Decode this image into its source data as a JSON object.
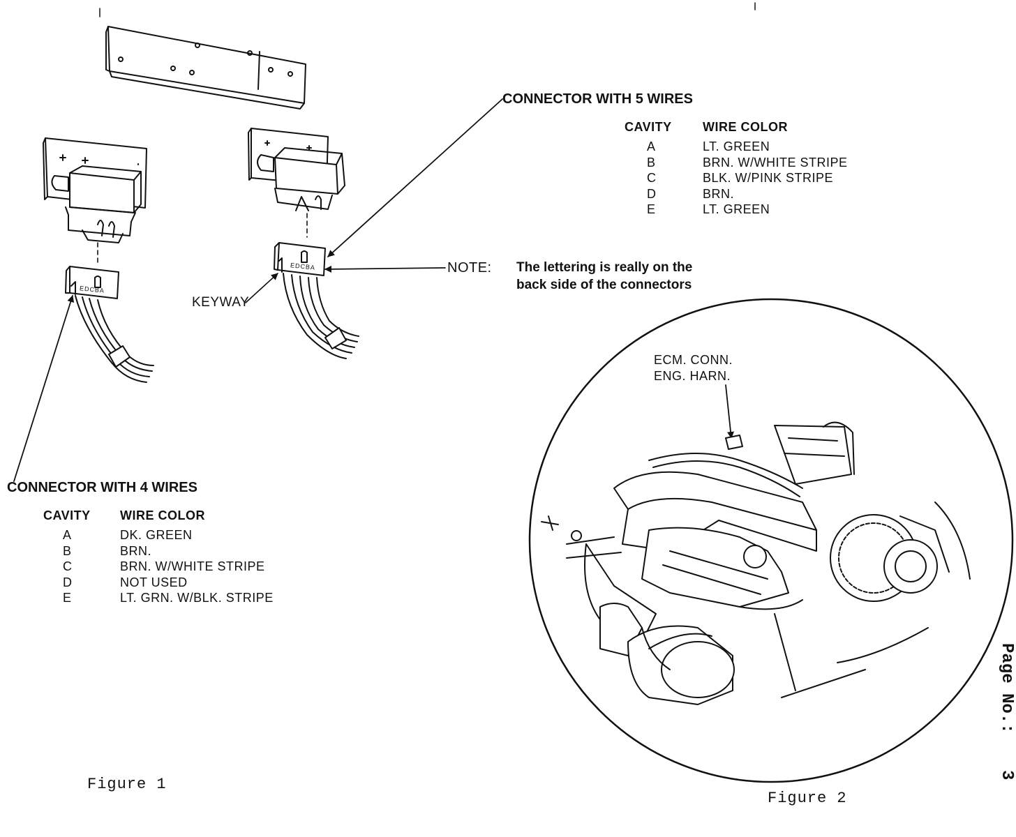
{
  "connector5": {
    "title": "CONNECTOR WITH 5 WIRES",
    "headers": {
      "cavity": "CAVITY",
      "color": "WIRE COLOR"
    },
    "rows": [
      {
        "cavity": "A",
        "color": "LT. GREEN"
      },
      {
        "cavity": "B",
        "color": "BRN. W/WHITE STRIPE"
      },
      {
        "cavity": "C",
        "color": "BLK. W/PINK STRIPE"
      },
      {
        "cavity": "D",
        "color": "BRN."
      },
      {
        "cavity": "E",
        "color": "LT. GREEN"
      }
    ]
  },
  "connector4": {
    "title": "CONNECTOR WITH 4 WIRES",
    "headers": {
      "cavity": "CAVITY",
      "color": "WIRE COLOR"
    },
    "rows": [
      {
        "cavity": "A",
        "color": "DK. GREEN"
      },
      {
        "cavity": "B",
        "color": "BRN."
      },
      {
        "cavity": "C",
        "color": "BRN. W/WHITE STRIPE"
      },
      {
        "cavity": "D",
        "color": "NOT USED"
      },
      {
        "cavity": "E",
        "color": "LT. GRN. W/BLK. STRIPE"
      }
    ]
  },
  "labels": {
    "keyway": "KEYWAY",
    "note_label": "NOTE:",
    "note_line1": "The lettering is really on the",
    "note_line2": "back side of the connectors",
    "ecm_line1": "ECM. CONN.",
    "ecm_line2": "ENG. HARN.",
    "connector_letters": "EDCBA"
  },
  "figures": {
    "fig1": "Figure 1",
    "fig2": "Figure 2"
  },
  "page": {
    "label": "Page No.:",
    "number": "3"
  }
}
